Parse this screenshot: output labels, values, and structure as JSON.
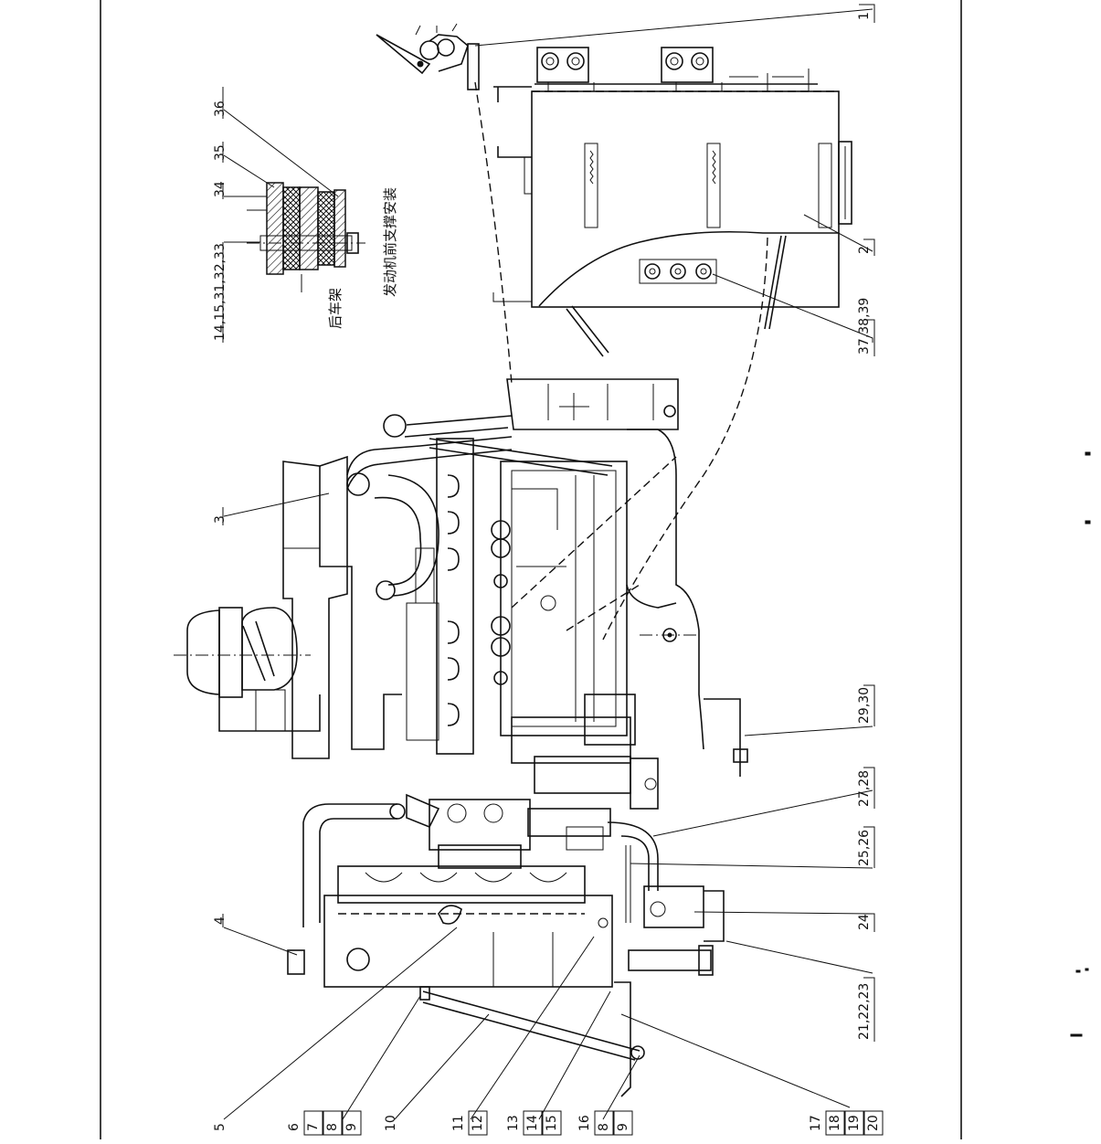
{
  "labels_right": [
    {
      "id": "1",
      "text": "1"
    },
    {
      "id": "2",
      "text": "2"
    },
    {
      "id": "37_39",
      "text": "37,38,39"
    },
    {
      "id": "29_30",
      "text": "29,30"
    },
    {
      "id": "27_28",
      "text": "27,28"
    },
    {
      "id": "25_26",
      "text": "25,26"
    },
    {
      "id": "24",
      "text": "24"
    },
    {
      "id": "21_23",
      "text": "21,22,23"
    },
    {
      "id": "17_20",
      "text": "17\n18\n19\n20"
    }
  ],
  "labels_left": [
    {
      "id": "36",
      "text": "36"
    },
    {
      "id": "35",
      "text": "35"
    },
    {
      "id": "34",
      "text": "34"
    },
    {
      "id": "14_33",
      "text": "14,15,31,32,33"
    },
    {
      "id": "3",
      "text": "3"
    },
    {
      "id": "4",
      "text": "4"
    }
  ],
  "labels_bottom": [
    {
      "id": "5",
      "text": "5"
    },
    {
      "id": "6_9",
      "text": "6\n7\n8\n9"
    },
    {
      "id": "10",
      "text": "10"
    },
    {
      "id": "11_12",
      "text": "11\n12"
    },
    {
      "id": "13_15",
      "text": "13\n14\n15"
    },
    {
      "id": "16_9",
      "text": "16\n8\n9"
    }
  ],
  "detail_caption": "发动机前支撑安装",
  "detail_frame_label": "后车架"
}
